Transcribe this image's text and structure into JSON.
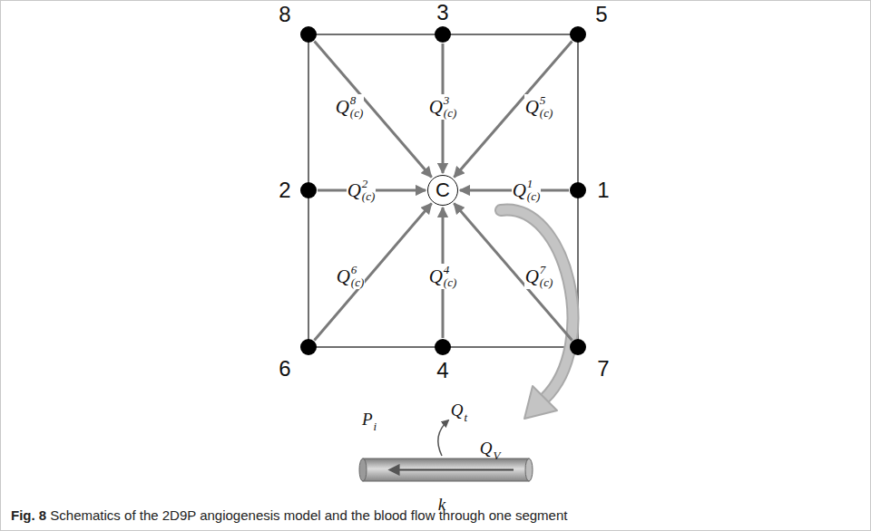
{
  "diagram": {
    "caption": "Fig. 8 Schematics of the 2D9P angiogenesis model and the blood flow through one segment",
    "nodes": [
      {
        "text": [
          "8"
        ]
      },
      {
        "text": [
          "3"
        ]
      },
      {
        "text": [
          "5"
        ]
      },
      {
        "text": [
          "2"
        ]
      },
      {
        "text": [
          "C"
        ]
      },
      {
        "text": [
          "1"
        ]
      },
      {
        "text": [
          "6"
        ]
      },
      {
        "text": [
          "4"
        ]
      },
      {
        "text": [
          "7"
        ]
      }
    ],
    "edges": [
      {
        "from": 0,
        "to": 4,
        "arrow": "to",
        "label": "Q8(c)"
      },
      {
        "from": 1,
        "to": 4,
        "arrow": "to",
        "label": "Q3(c)"
      },
      {
        "from": 2,
        "to": 4,
        "arrow": "to",
        "label": "Q5(c)"
      },
      {
        "from": 3,
        "to": 4,
        "arrow": "to",
        "label": "Q2(c)"
      },
      {
        "from": 5,
        "to": 4,
        "arrow": "to",
        "label": "Q1(c)"
      },
      {
        "from": 6,
        "to": 4,
        "arrow": "to",
        "label": "Q6(c)"
      },
      {
        "from": 7,
        "to": 4,
        "arrow": "to",
        "label": "Q4(c)"
      },
      {
        "from": 8,
        "to": 4,
        "arrow": "to",
        "label": "Q7(c)"
      }
    ],
    "labels": [
      "Pi",
      "Qt",
      "QV",
      "k"
    ]
  }
}
